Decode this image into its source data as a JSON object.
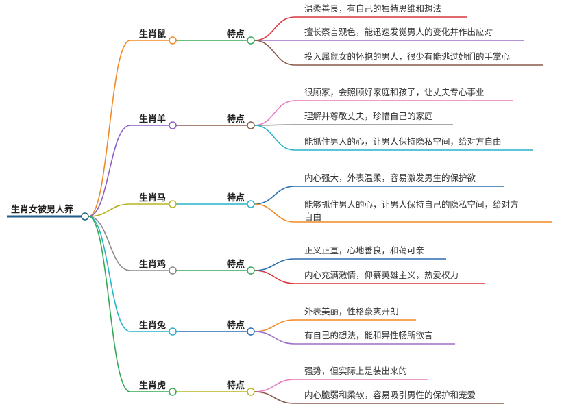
{
  "root": {
    "label": "生肖女被男人养"
  },
  "branches": [
    {
      "label": "生肖鼠",
      "color": "#f08a24",
      "sub": {
        "label": "特点",
        "color": "#35a855",
        "leaves": [
          {
            "lines": [
              "温柔善良，有自己的独特思维和想法"
            ],
            "color": "#d9363e"
          },
          {
            "lines": [
              "擅长察言观色，能迅速发觉男人的变化并作出应对"
            ],
            "color": "#9c6fc7"
          },
          {
            "lines": [
              "投入属鼠女的怀抱的男人，很少有能逃过她们的手掌心"
            ],
            "color": "#8a5a4a"
          }
        ]
      }
    },
    {
      "label": "生肖羊",
      "color": "#8c5fc2",
      "sub": {
        "label": "特点",
        "color": "#8a5a4a",
        "leaves": [
          {
            "lines": [
              "很顾家，会照顾好家庭和孩子，让丈夫专心事业"
            ],
            "color": "#e87bbd"
          },
          {
            "lines": [
              "理解并尊敬丈夫，珍惜自己的家庭"
            ],
            "color": "#8a8a8a"
          },
          {
            "lines": [
              "能抓住男人的心，让男人保持隐私空间，给对方自由"
            ],
            "color": "#27b3c8"
          }
        ]
      }
    },
    {
      "label": "生肖马",
      "color": "#b8b421",
      "sub": {
        "label": "特点",
        "color": "#27b3c8",
        "leaves": [
          {
            "lines": [
              "内心强大，外表温柔，容易激发男生的保护欲"
            ],
            "color": "#2b6cb0"
          },
          {
            "lines": [
              "能够抓住男人的心，让男人保持自己的隐私空间，给对方",
              "自由"
            ],
            "color": "#f08a24"
          }
        ]
      }
    },
    {
      "label": "生肖鸡",
      "color": "#8a8a8a",
      "sub": {
        "label": "特点",
        "color": "#35a855",
        "leaves": [
          {
            "lines": [
              "正义正直，心地善良，和蔼可亲"
            ],
            "color": "#2b6cb0"
          },
          {
            "lines": [
              "内心充满激情，仰慕英雄主义，热爱权力"
            ],
            "color": "#d9363e"
          }
        ]
      }
    },
    {
      "label": "生肖兔",
      "color": "#27b3c8",
      "sub": {
        "label": "特点",
        "color": "#2b6cb0",
        "leaves": [
          {
            "lines": [
              "外表美丽，性格豪爽开朗"
            ],
            "color": "#f08a24"
          },
          {
            "lines": [
              "有自己的想法，能和异性畅所欲言"
            ],
            "color": "#9c6fc7"
          }
        ]
      }
    },
    {
      "label": "生肖虎",
      "color": "#35a855",
      "sub": {
        "label": "特点",
        "color": "#b8b421",
        "leaves": [
          {
            "lines": [
              "强势，但实际上是装出来的"
            ],
            "color": "#e87bbd"
          },
          {
            "lines": [
              "内心脆弱和柔软，容易吸引男性的保护和宠爱"
            ],
            "color": "#8a5a4a"
          }
        ]
      }
    }
  ],
  "colors": {
    "root_underline": "#1f5c8b",
    "node_fill": "#ffffff"
  }
}
